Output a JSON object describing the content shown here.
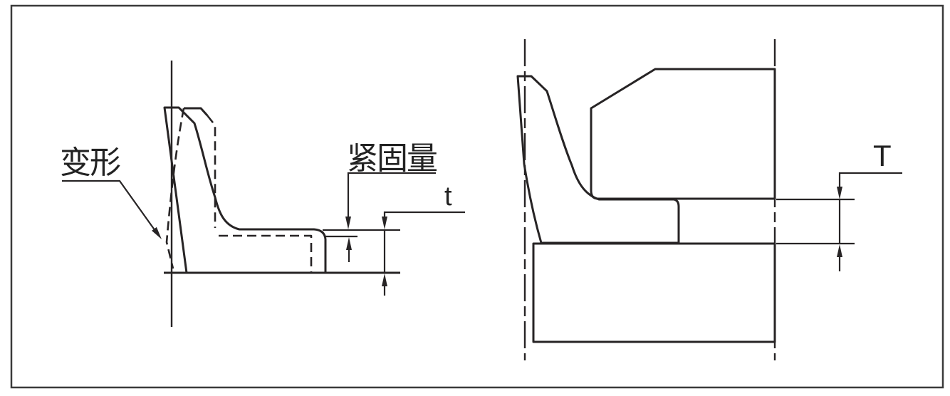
{
  "diagram": {
    "left": {
      "deformation_label": "变形",
      "tightening_label": "紧固量",
      "dim_label": "t"
    },
    "right": {
      "dim_label": "T"
    },
    "colors": {
      "seal": "#E9008A",
      "upper_block": "#C6C7C8",
      "lower_plate": "#E6E7E7",
      "line": "#272425",
      "border": "#3A3A3A"
    }
  }
}
